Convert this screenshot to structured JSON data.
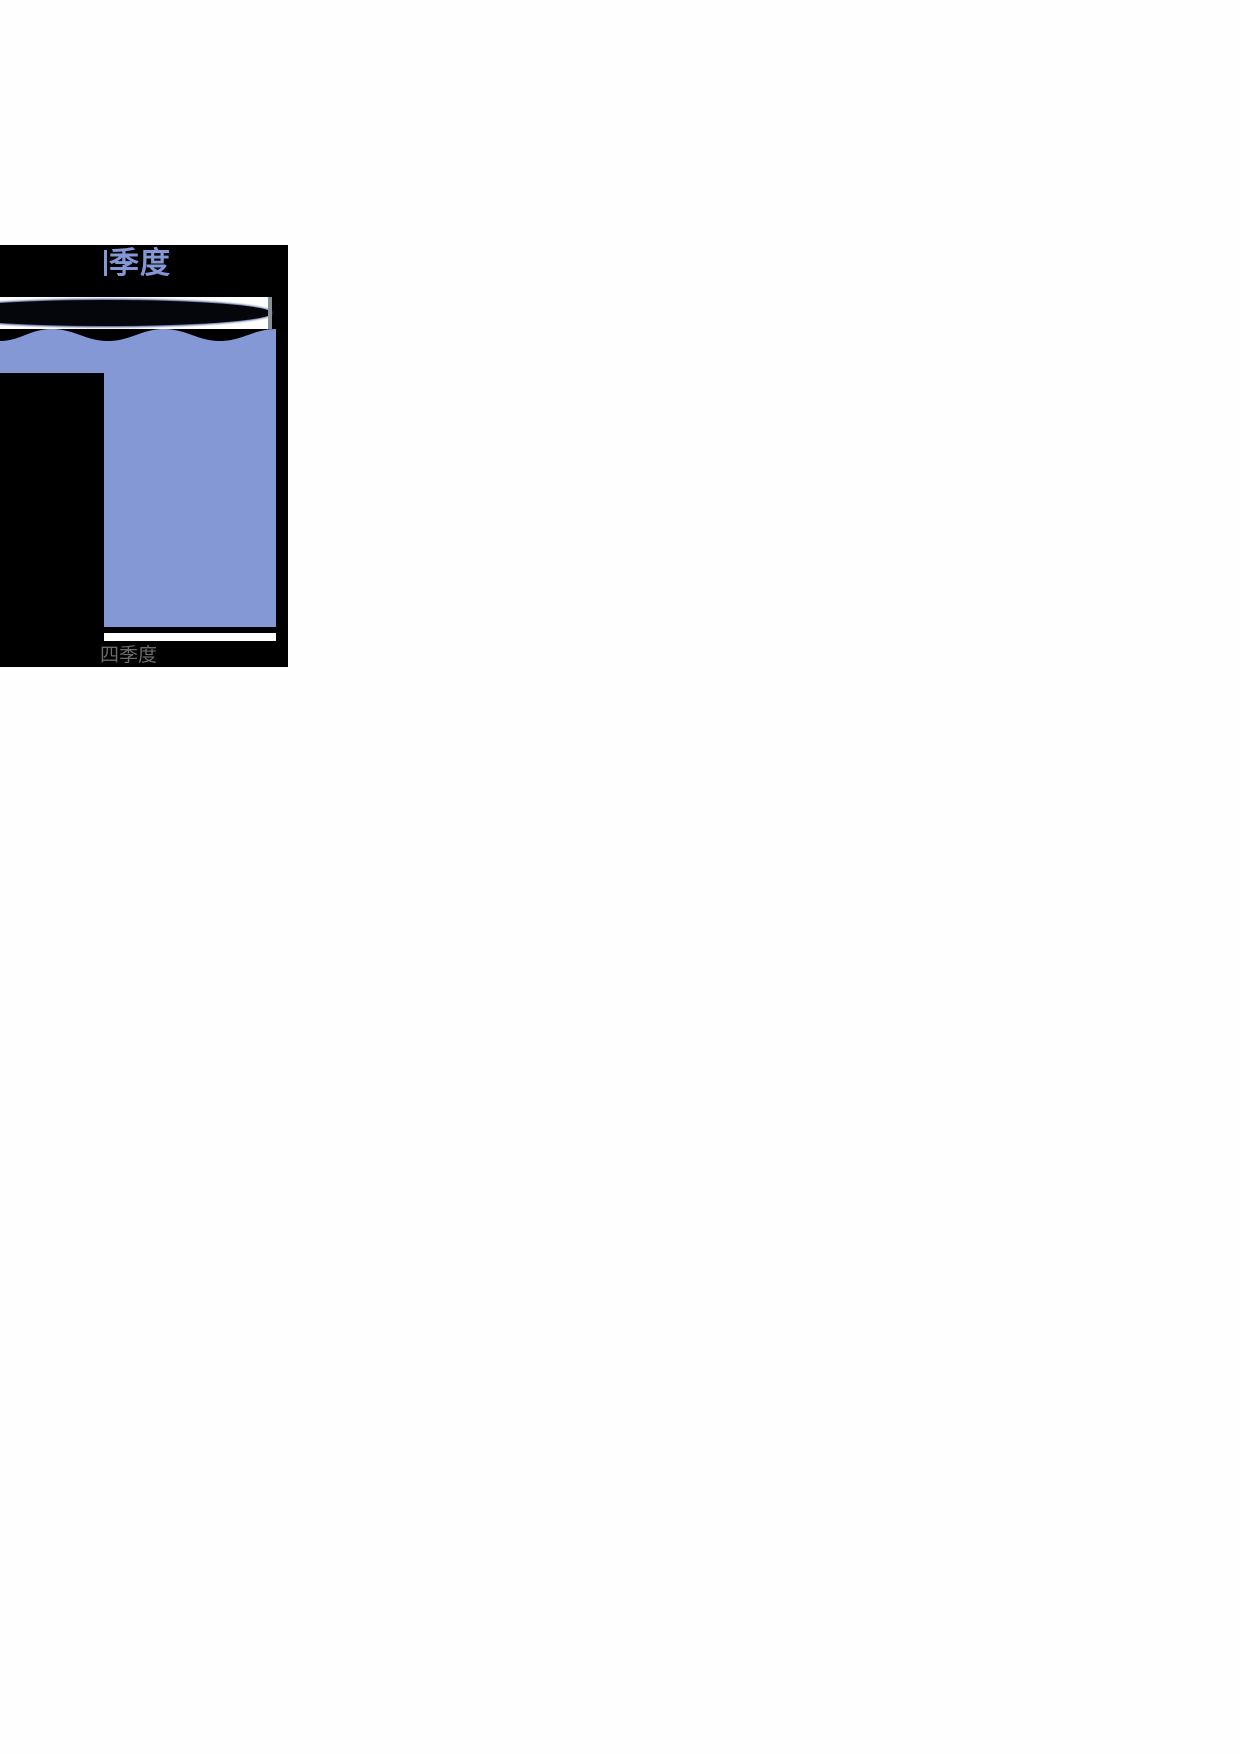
{
  "chart_data": {
    "type": "bar",
    "subtype": "liquid-fill-cylinder",
    "title": "季度",
    "title_visible_fragment": "|季度",
    "categories": [
      "四季度"
    ],
    "category_visible_fragment": "四季度",
    "series": [
      {
        "name": "季度",
        "values": [
          90
        ],
        "color": "#8498d6"
      }
    ],
    "xlabel": "",
    "ylabel": "",
    "grid": false,
    "legend": "none",
    "notes": "Cropped chart fragment; fill level appears near the top of the cylinder (approx. 90% estimated), no numeric labels visible."
  },
  "colors": {
    "fill": "#8498d6",
    "background_panel": "#000000",
    "page": "#fefefe",
    "label": "#6b6b6b"
  },
  "labels": {
    "title": "季度",
    "x_category": "四季度"
  }
}
